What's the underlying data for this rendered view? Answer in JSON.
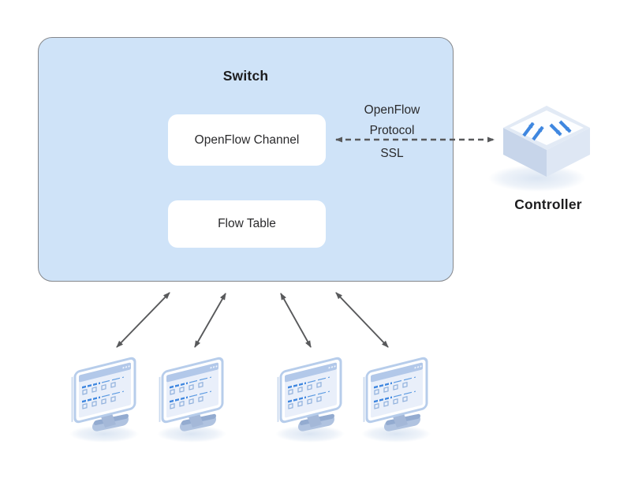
{
  "diagram": {
    "switch": {
      "title": "Switch",
      "components": [
        {
          "label": "OpenFlow Channel"
        },
        {
          "label": "Flow Table"
        }
      ]
    },
    "controller_link": {
      "lines": [
        "OpenFlow",
        "Protocol",
        "SSL"
      ],
      "style": "dashed-double-arrow"
    },
    "controller": {
      "label": "Controller",
      "icon": "switch-3d-icon"
    },
    "hosts": {
      "count": 4,
      "icon": "monitor-icon",
      "link_style": "solid-double-arrow"
    },
    "colors": {
      "switch_fill": "#cfe3f8",
      "switch_border": "#85878b",
      "component_fill": "#ffffff",
      "arrow_gray": "#58595b",
      "icon_blue": "#3f87e0",
      "icon_frame_blue": "#b7cdeb",
      "icon_screen_fill": "#e9effa",
      "text": "#212121",
      "background": "#ffffff"
    }
  }
}
